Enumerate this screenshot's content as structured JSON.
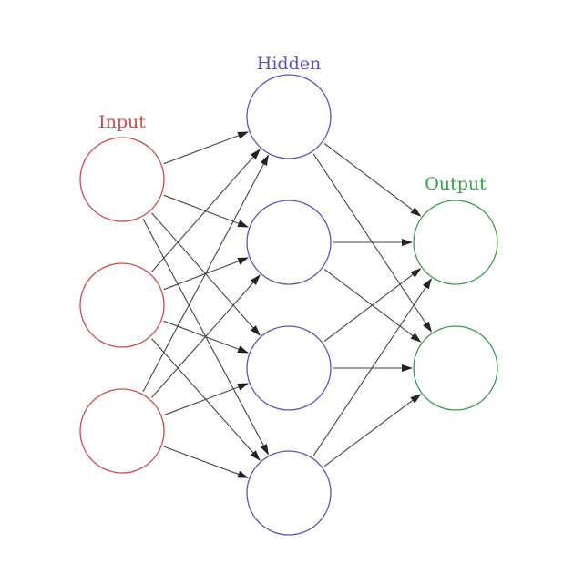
{
  "layers": [
    {
      "name": "Input",
      "color": "#c0504d",
      "nodes": 3
    },
    {
      "name": "Hidden",
      "color": "#5b55b0",
      "nodes": 4
    },
    {
      "name": "Output",
      "color": "#3d9a4a",
      "nodes": 2
    }
  ],
  "edge_color": "#444444"
}
